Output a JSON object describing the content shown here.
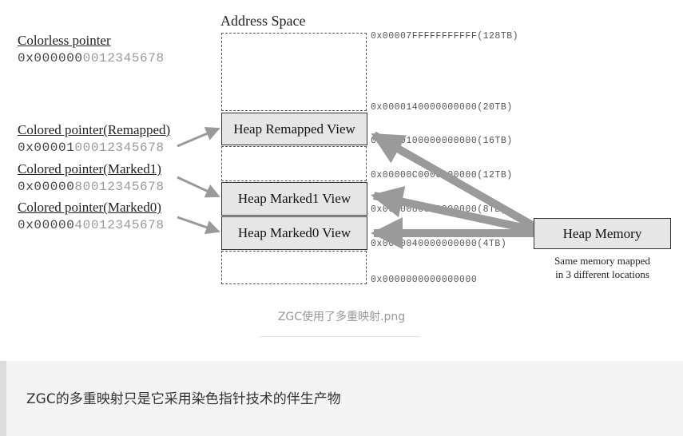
{
  "diagram": {
    "title": "Address Space",
    "pointers": [
      {
        "label": "Colorless pointer",
        "prefix": "0x000000",
        "suffix": "0012345678"
      },
      {
        "label": "Colored pointer(Remapped)",
        "prefix": "0x00001",
        "suffix": "00012345678"
      },
      {
        "label": "Colored pointer(Marked1)",
        "prefix": "0x00000",
        "suffix": "80012345678"
      },
      {
        "label": "Colored pointer(Marked0)",
        "prefix": "0x00000",
        "suffix": "40012345678"
      }
    ],
    "views": {
      "remapped": "Heap Remapped View",
      "marked1": "Heap Marked1 View",
      "marked0": "Heap Marked0 View"
    },
    "addresses": [
      "0x00007FFFFFFFFFFF(128TB)",
      "0x0000140000000000(20TB)",
      "0x0000100000000000(16TB)",
      "0x00000C0000000000(12TB)",
      "0x0000080000000000(8TB)",
      "0x0000040000000000(4TB)",
      "0x0000000000000000"
    ],
    "heap_memory": "Heap Memory",
    "note_line1": "Same memory mapped",
    "note_line2": "in 3 different locations"
  },
  "caption": "ZGC使用了多重映射.png",
  "quote": "ZGC的多重映射只是它采用染色指针技术的伴生产物",
  "colors": {
    "box_fill": "#e6e6e6",
    "arrow": "#9a9a9a",
    "caption": "#999999",
    "quote_bg": "#f4f4f4",
    "quote_border": "#dcdcdc"
  }
}
